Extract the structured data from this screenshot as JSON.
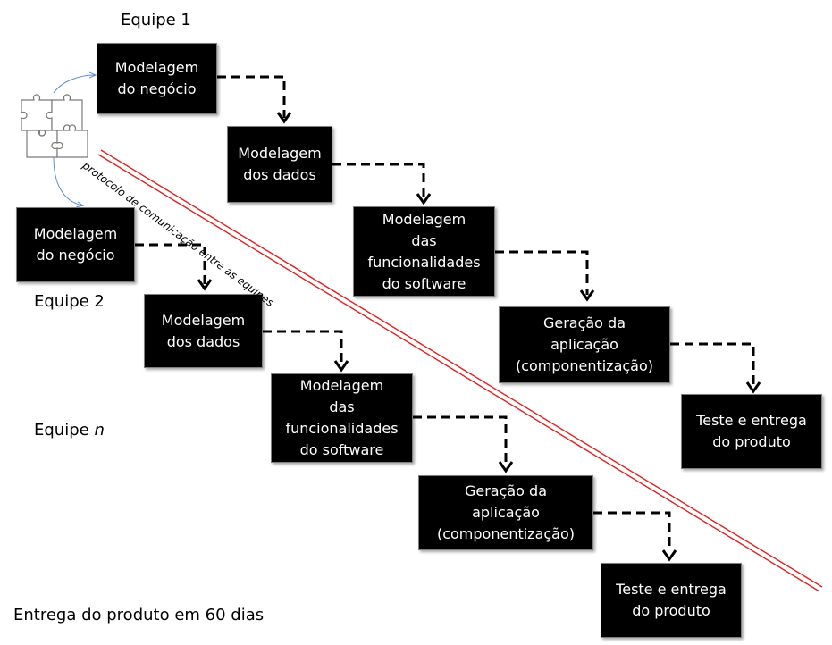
{
  "teams": {
    "team1": "Equipe 1",
    "team2": "Equipe 2",
    "teamn_prefix": "Equipe ",
    "teamn_var": "n"
  },
  "team1_steps": [
    "Modelagem\ndo negócio",
    "Modelagem\ndos dados",
    "Modelagem\ndas\nfuncionalidades\ndo software",
    "Geração da\naplicação\n(componentização)",
    "Teste e entrega\ndo produto"
  ],
  "team2_steps": [
    "Modelagem\ndo negócio",
    "Modelagem\ndos dados",
    "Modelagem\ndas\nfuncionalidades\ndo software",
    "Geração da\naplicação\n(componentização)",
    "Teste e entrega\ndo produto"
  ],
  "protocol_label": "protocolo de comunicação entre as equipes",
  "footer": "Entrega do produto em 60 dias",
  "icons": {
    "puzzle": "puzzle-icon"
  },
  "colors": {
    "box_fill": "#000000",
    "box_text": "#ffffff",
    "divider": "#e02020",
    "connector": "#5b8fc9"
  }
}
